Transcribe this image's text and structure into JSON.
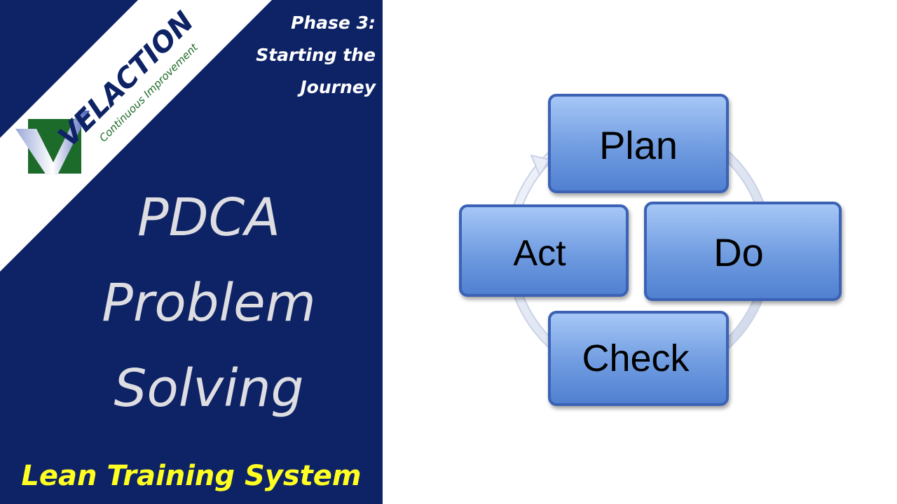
{
  "logo": {
    "brand": "VELACTION",
    "tagline": "Continuous Improvement"
  },
  "phase": {
    "line1": "Phase 3:",
    "line2": "Starting the",
    "line3": "Journey"
  },
  "title": {
    "line1": "PDCA",
    "line2": "Problem",
    "line3": "Solving"
  },
  "footer": {
    "text": "Lean Training System"
  },
  "cycle": {
    "plan": "Plan",
    "do": "Do",
    "check": "Check",
    "act": "Act"
  },
  "colors": {
    "panel": "#0e2366",
    "footer_text": "#ffff22",
    "title_text": "#dedee2",
    "box_fill": "#6f9be0",
    "box_border": "#3a62b5",
    "logo_green": "#1d6b2a"
  }
}
